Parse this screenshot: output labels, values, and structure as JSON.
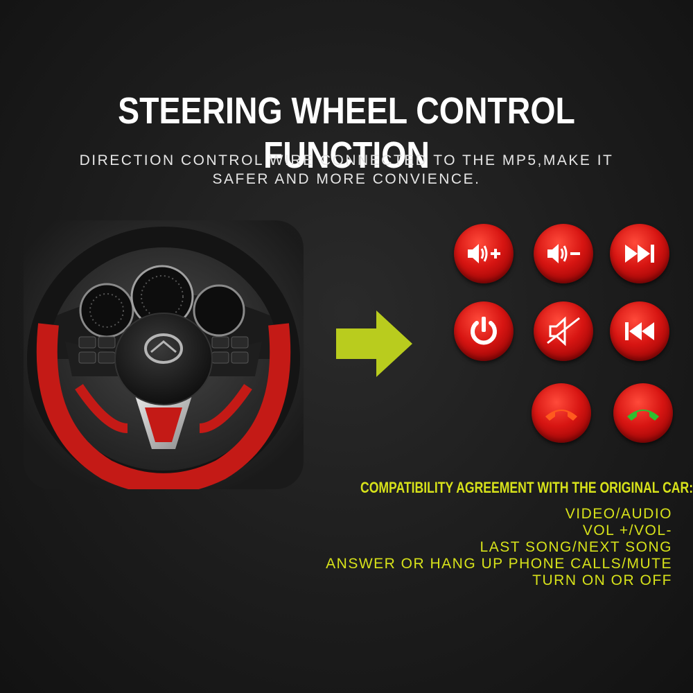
{
  "header": {
    "title": "STEERING WHEEL CONTROL FUNCTION",
    "subtitle_line1": "DIRECTION CONTROL WIRE CONNECTED TO THE MP5,MAKE IT",
    "subtitle_line2": "SAFER AND MORE CONVIENCE."
  },
  "colors": {
    "accent_yellow": "#d7e21a",
    "button_red": "#d71512",
    "arrow_green": "#b9cc1e"
  },
  "buttons": [
    {
      "icon": "volume-up-icon"
    },
    {
      "icon": "volume-down-icon"
    },
    {
      "icon": "next-track-icon"
    },
    {
      "icon": "power-icon"
    },
    {
      "icon": "mute-icon"
    },
    {
      "icon": "previous-track-icon"
    },
    {
      "icon": "hang-up-icon"
    },
    {
      "icon": "answer-call-icon"
    }
  ],
  "compatibility": {
    "title": "COMPATIBILITY AGREEMENT WITH THE ORIGINAL CAR:",
    "features": [
      "VIDEO/AUDIO",
      "VOL +/VOL-",
      "LAST SONG/NEXT SONG",
      "ANSWER OR HANG UP PHONE CALLS/MUTE",
      "TURN ON OR OFF"
    ]
  }
}
